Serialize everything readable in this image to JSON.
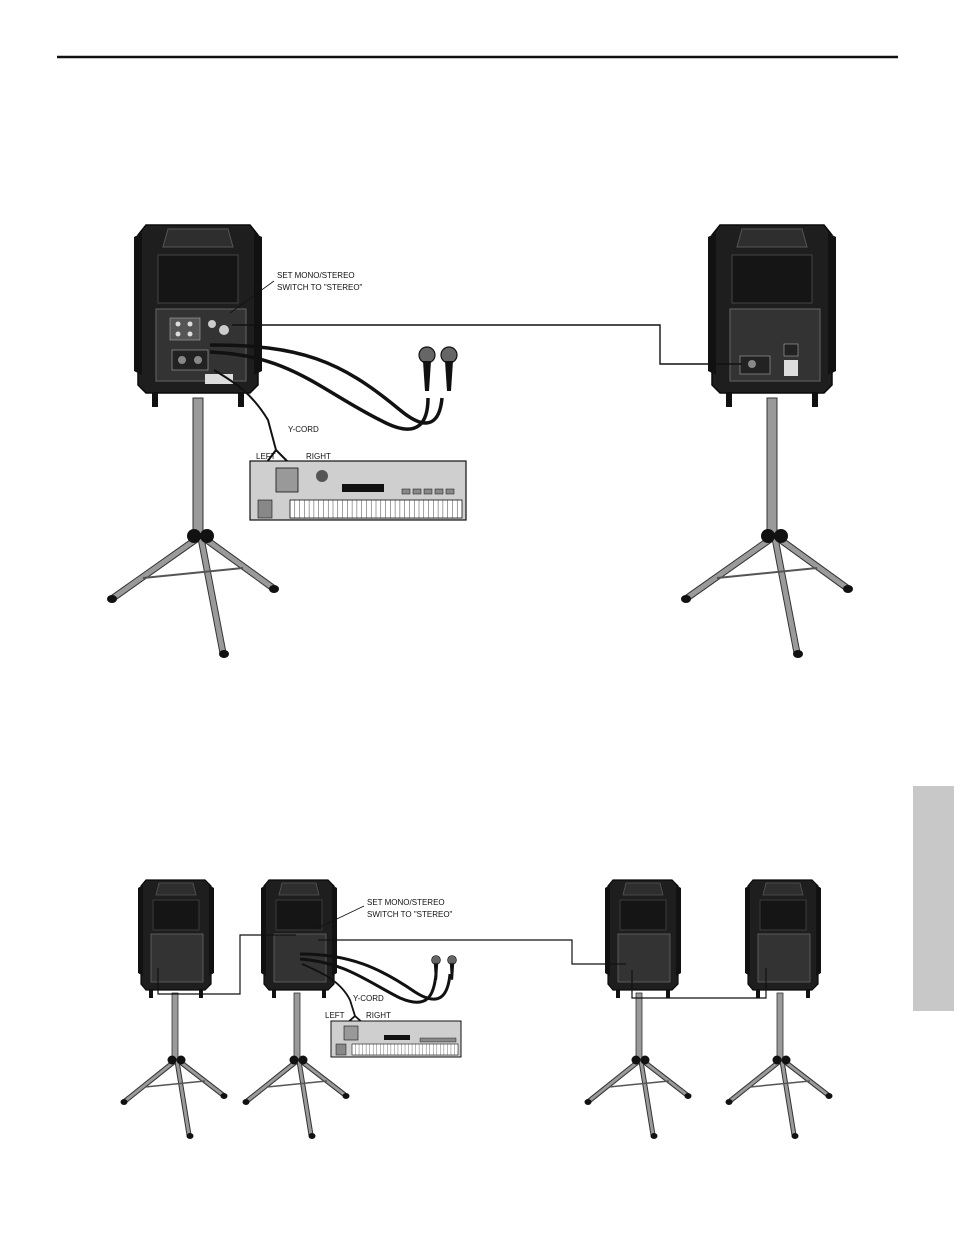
{
  "diagram1": {
    "callout": [
      "SET MONO/STEREO",
      "SWITCH TO \"STEREO\""
    ],
    "ycord": "Y-CORD",
    "left": "LEFT",
    "right": "RIGHT"
  },
  "diagram2": {
    "callout": [
      "SET MONO/STEREO",
      "SWITCH TO \"STEREO\""
    ],
    "ycord": "Y-CORD",
    "left": "LEFT",
    "right": "RIGHT"
  },
  "colors": {
    "cabinet": "#1e1e1e",
    "cabinet_edge": "#0a0a0a",
    "panel": "#3a3a3a",
    "stand": "#9a9a9a",
    "keyboard": "#cfcfcf",
    "side_tab": "#c8c8c8"
  }
}
